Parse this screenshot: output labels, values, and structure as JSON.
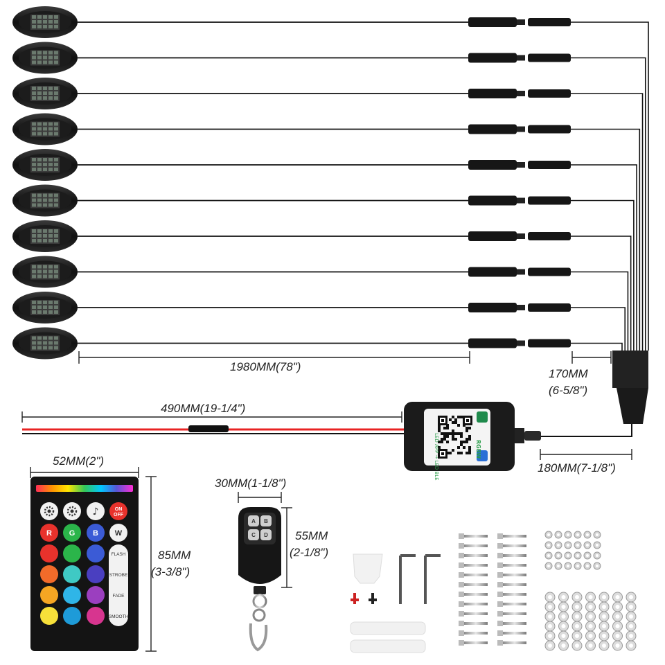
{
  "pods": {
    "count": 10
  },
  "dimensions": {
    "cable_length": "1980MM(78\")",
    "branch_length": "170MM",
    "branch_length_inch": "(6-5/8\")",
    "power_lead": "490MM(19-1/4\")",
    "controller_lead": "180MM(7-1/8\")",
    "remote_width": "52MM(2\")",
    "remote_height": "85MM",
    "remote_height_inch": "(3-3/8\")",
    "fob_width": "30MM(1-1/8\")",
    "fob_height": "55MM",
    "fob_height_inch": "(2-1/8\")"
  },
  "controller": {
    "label_top": "RGBW",
    "label_side": "LED APP → LED BLE"
  },
  "remote": {
    "top_buttons": [
      "",
      "",
      "",
      "ON\nOFF"
    ],
    "letter_buttons": [
      "R",
      "G",
      "B",
      "W"
    ],
    "mode_buttons": [
      "FLASH",
      "STROBE",
      "FADE",
      "SMOOTH"
    ],
    "colors": {
      "rows": [
        [
          "#e8322c",
          "#2bb54a",
          "#3b5bd6"
        ],
        [
          "#f26b2a",
          "#3fc9c4",
          "#4a3fc0"
        ],
        [
          "#f5a623",
          "#2fb5e8",
          "#9b3fbf"
        ],
        [
          "#f7e03a",
          "#1e9bd8",
          "#d7358f"
        ]
      ]
    }
  },
  "fob": {
    "buttons": [
      "A",
      "B",
      "C",
      "D"
    ]
  },
  "accessories": {
    "bolts": 24,
    "nuts": 24,
    "washers": 42
  }
}
